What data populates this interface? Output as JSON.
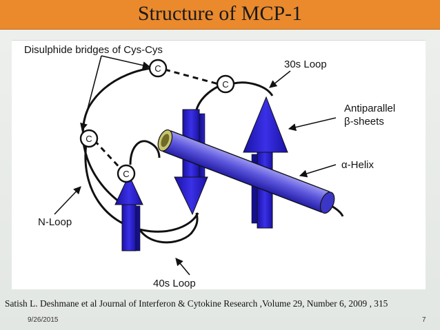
{
  "slide": {
    "title": "Structure of MCP-1",
    "citation": "Satish L. Deshmane et al Journal of Interferon & Cytokine Research ,Volume 29, Number 6, 2009 , 315",
    "date": "9/26/2015",
    "slide_number": "7"
  },
  "diagram": {
    "labels": {
      "disulphide": "Disulphide bridges of Cys-Cys",
      "loop30s": "30s Loop",
      "antiparallel": "Antiparallel",
      "beta_sheets": "β-sheets",
      "helix": "α-Helix",
      "nloop": "N-Loop",
      "loop40s": "40s Loop"
    },
    "cys_label": "C",
    "colors": {
      "title_bar": "#ea8a2d",
      "strand": "#2a20c8",
      "helix": "#6e68e0",
      "outline": "#111111"
    }
  }
}
